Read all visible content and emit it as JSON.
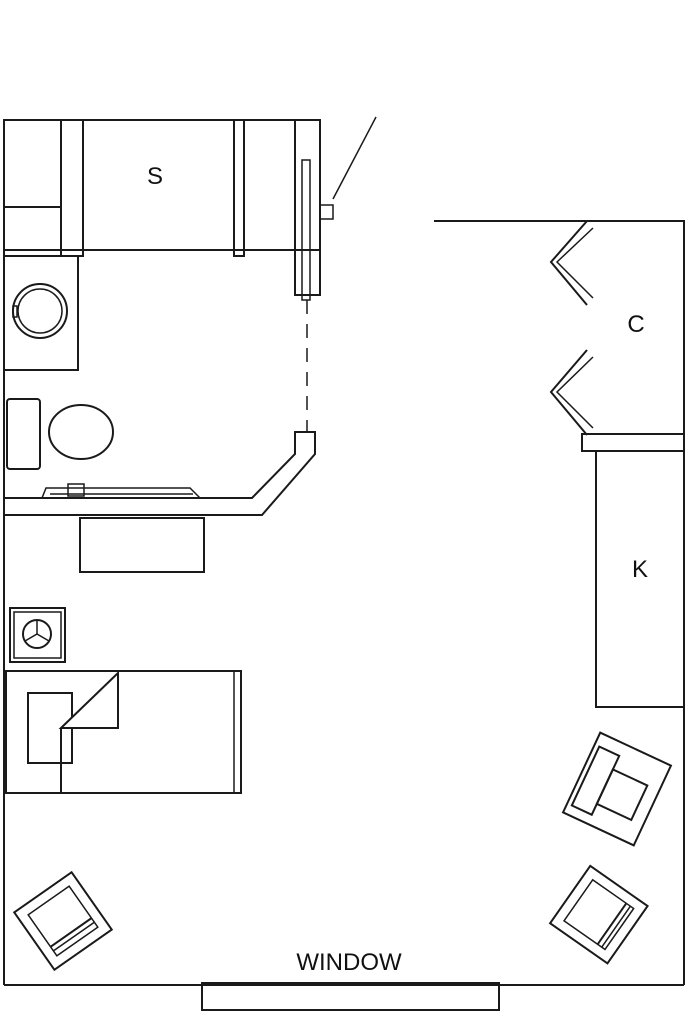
{
  "labels": {
    "shower": "S",
    "closet": "C",
    "kitchenette": "K",
    "window": "WINDOW"
  },
  "colors": {
    "line": "#1a1a1a",
    "background": "#ffffff"
  }
}
